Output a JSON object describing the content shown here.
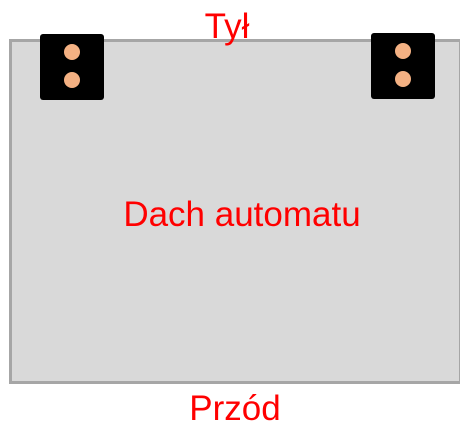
{
  "diagram": {
    "roof_label": "Dach automatu",
    "back_label": "Tył",
    "front_label": "Przód",
    "connector_count": 2,
    "pins_per_connector": 2,
    "colors": {
      "panel_fill": "#d9d9d9",
      "panel_border": "#a6a6a6",
      "label_text": "#ff0000",
      "connector_body": "#000000",
      "pin": "#f4b183"
    }
  }
}
